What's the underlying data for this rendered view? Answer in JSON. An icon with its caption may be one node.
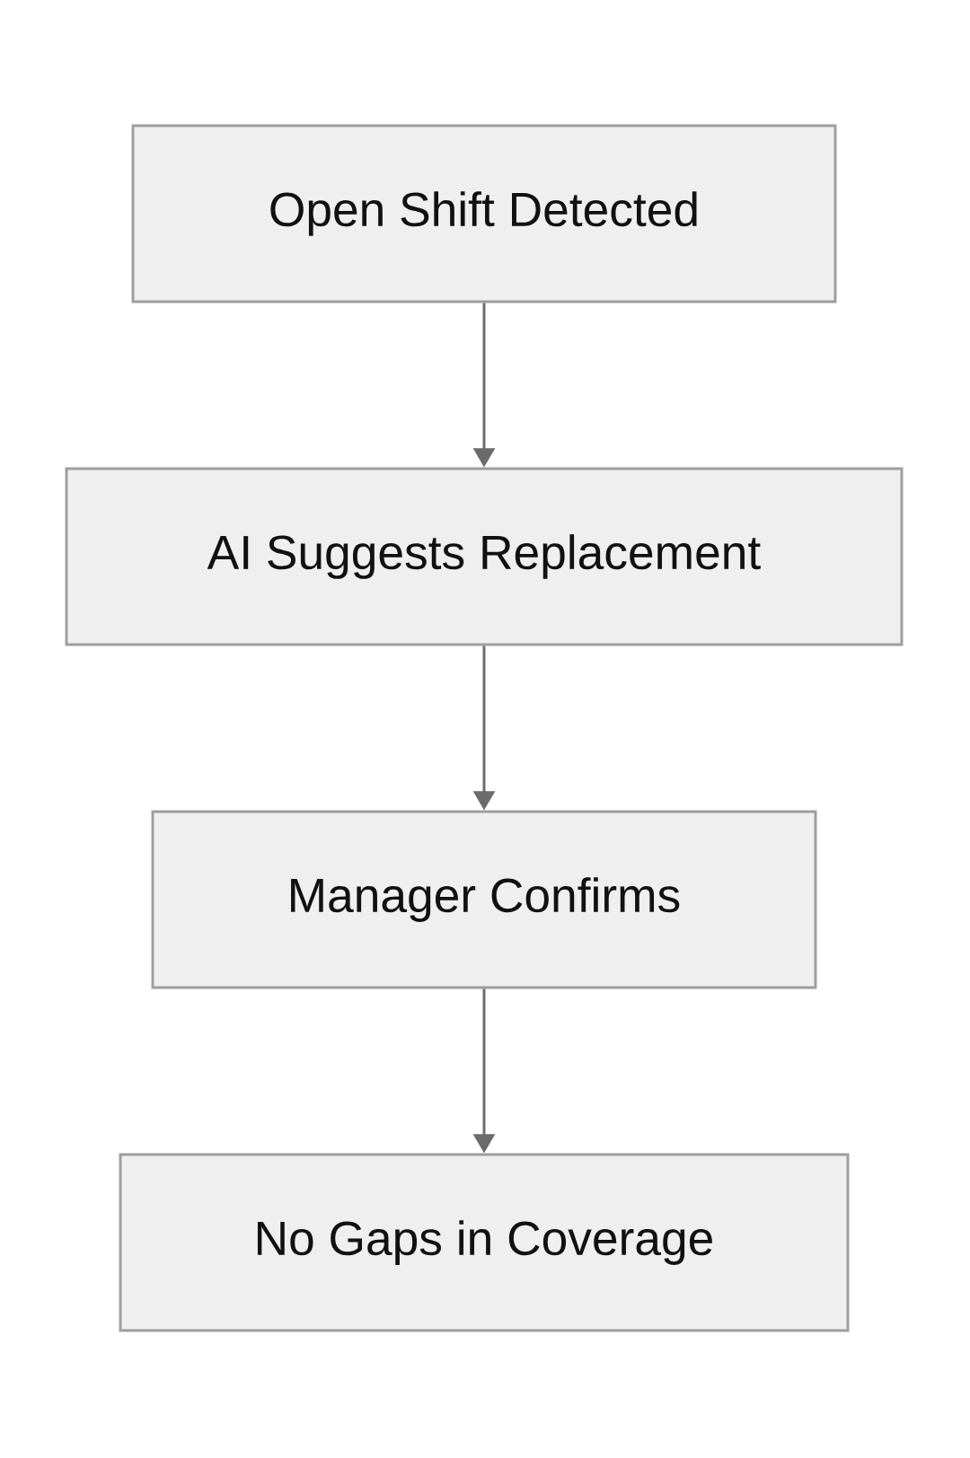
{
  "diagram": {
    "nodes": [
      {
        "text": [
          "Open Shift Detected"
        ]
      },
      {
        "text": [
          "AI Suggests Replacement"
        ]
      },
      {
        "text": [
          "Manager Confirms"
        ]
      },
      {
        "text": [
          "No Gaps in Coverage"
        ]
      }
    ],
    "edges": [
      {
        "from": 0,
        "to": 1,
        "arrow": "to"
      },
      {
        "from": 1,
        "to": 2,
        "arrow": "to"
      },
      {
        "from": 2,
        "to": 3,
        "arrow": "to"
      }
    ]
  }
}
